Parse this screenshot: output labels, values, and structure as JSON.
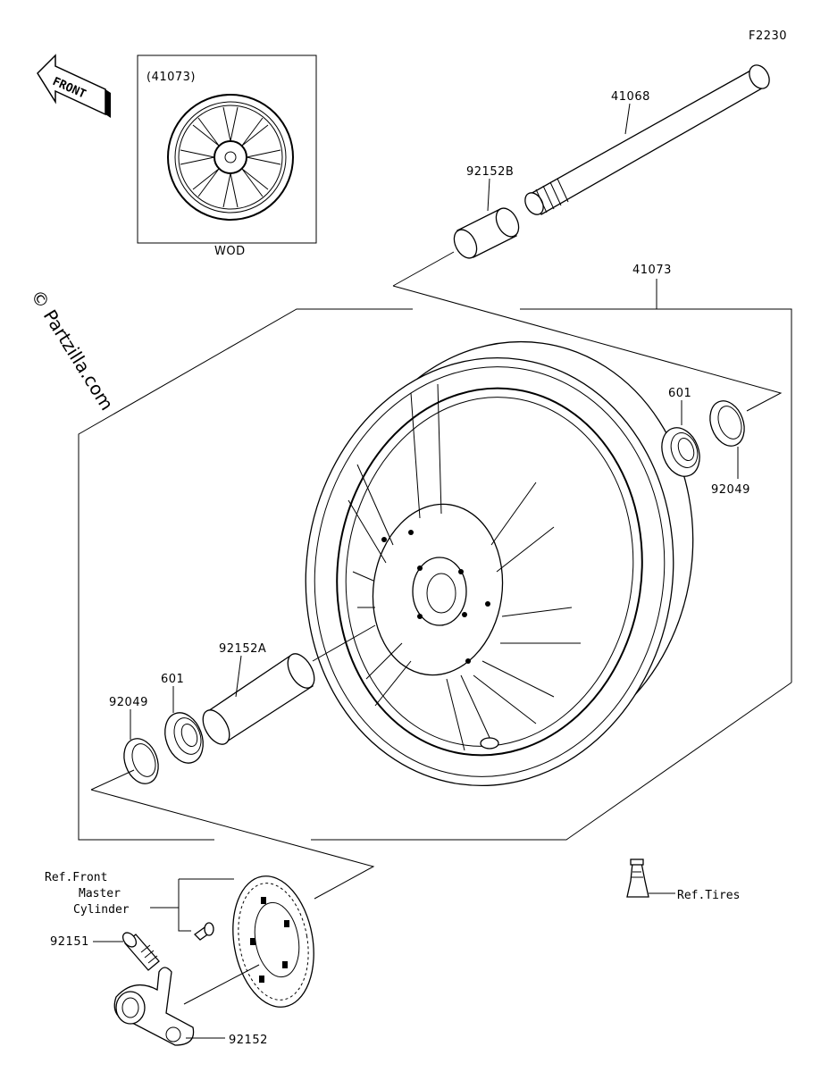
{
  "figure_code": "F2230",
  "watermark": "© Partzilla.com",
  "front_label": "FRONT",
  "inset": {
    "ref": "(41073)",
    "caption": "WOD"
  },
  "callouts": {
    "axle": "41068",
    "collar_b": "92152B",
    "wheel": "41073",
    "bearing_right": "601",
    "seal_right": "92049",
    "collar_a": "92152A",
    "bearing_left": "601",
    "seal_left": "92049",
    "ref_master_line1": "Ref.Front",
    "ref_master_line2": "Master",
    "ref_master_line3": "Cylinder",
    "bolt": "92151",
    "bracket": "92152",
    "ref_tires": "Ref.Tires"
  }
}
